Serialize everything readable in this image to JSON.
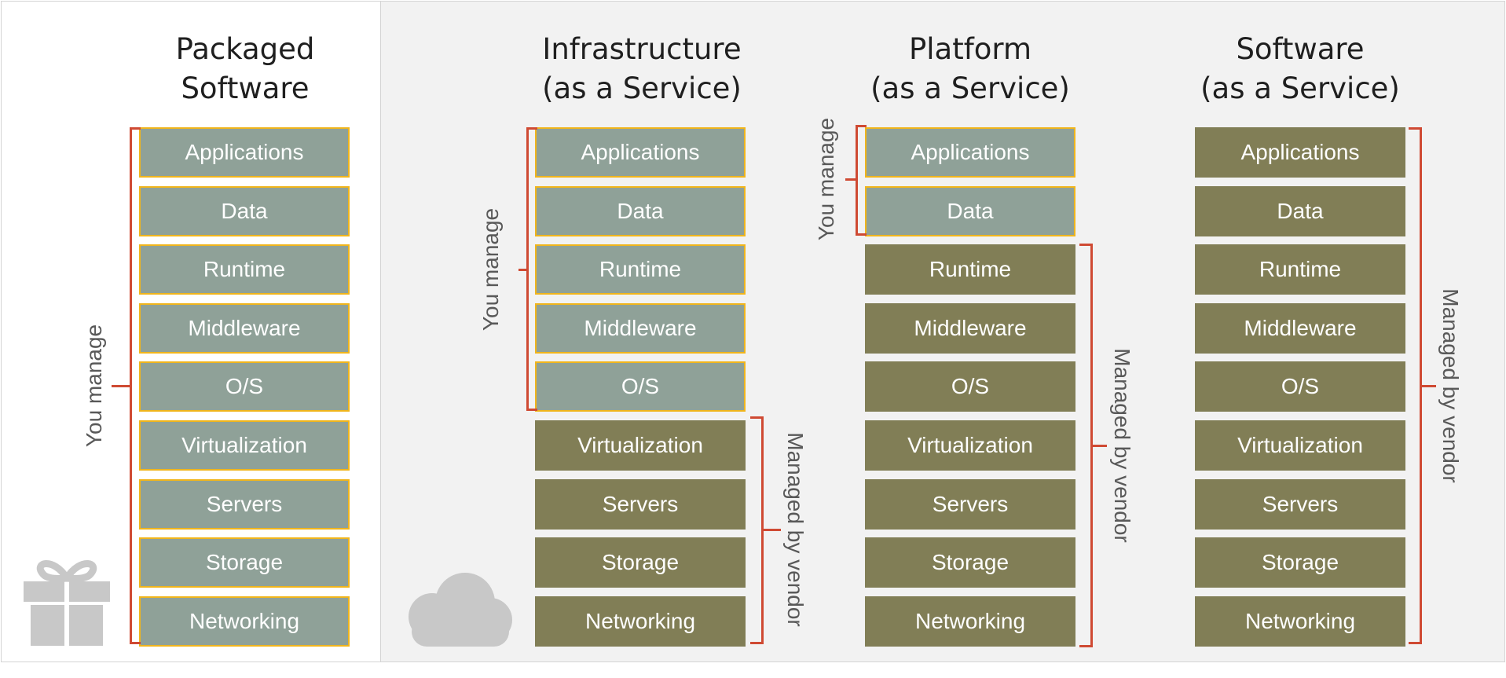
{
  "columns": [
    {
      "title_lines": [
        "Packaged",
        "Software"
      ],
      "layers": [
        {
          "label": "Applications",
          "managed_by": "you"
        },
        {
          "label": "Data",
          "managed_by": "you"
        },
        {
          "label": "Runtime",
          "managed_by": "you"
        },
        {
          "label": "Middleware",
          "managed_by": "you"
        },
        {
          "label": "O/S",
          "managed_by": "you"
        },
        {
          "label": "Virtualization",
          "managed_by": "you"
        },
        {
          "label": "Servers",
          "managed_by": "you"
        },
        {
          "label": "Storage",
          "managed_by": "you"
        },
        {
          "label": "Networking",
          "managed_by": "you"
        }
      ]
    },
    {
      "title_lines": [
        "Infrastructure",
        "(as a Service)"
      ],
      "layers": [
        {
          "label": "Applications",
          "managed_by": "you"
        },
        {
          "label": "Data",
          "managed_by": "you"
        },
        {
          "label": "Runtime",
          "managed_by": "you"
        },
        {
          "label": "Middleware",
          "managed_by": "you"
        },
        {
          "label": "O/S",
          "managed_by": "you"
        },
        {
          "label": "Virtualization",
          "managed_by": "vendor"
        },
        {
          "label": "Servers",
          "managed_by": "vendor"
        },
        {
          "label": "Storage",
          "managed_by": "vendor"
        },
        {
          "label": "Networking",
          "managed_by": "vendor"
        }
      ]
    },
    {
      "title_lines": [
        "Platform",
        "(as a Service)"
      ],
      "layers": [
        {
          "label": "Applications",
          "managed_by": "you"
        },
        {
          "label": "Data",
          "managed_by": "you"
        },
        {
          "label": "Runtime",
          "managed_by": "vendor"
        },
        {
          "label": "Middleware",
          "managed_by": "vendor"
        },
        {
          "label": "O/S",
          "managed_by": "vendor"
        },
        {
          "label": "Virtualization",
          "managed_by": "vendor"
        },
        {
          "label": "Servers",
          "managed_by": "vendor"
        },
        {
          "label": "Storage",
          "managed_by": "vendor"
        },
        {
          "label": "Networking",
          "managed_by": "vendor"
        }
      ]
    },
    {
      "title_lines": [
        "Software",
        "(as a Service)"
      ],
      "layers": [
        {
          "label": "Applications",
          "managed_by": "vendor"
        },
        {
          "label": "Data",
          "managed_by": "vendor"
        },
        {
          "label": "Runtime",
          "managed_by": "vendor"
        },
        {
          "label": "Middleware",
          "managed_by": "vendor"
        },
        {
          "label": "O/S",
          "managed_by": "vendor"
        },
        {
          "label": "Virtualization",
          "managed_by": "vendor"
        },
        {
          "label": "Servers",
          "managed_by": "vendor"
        },
        {
          "label": "Storage",
          "managed_by": "vendor"
        },
        {
          "label": "Networking",
          "managed_by": "vendor"
        }
      ]
    }
  ],
  "labels": {
    "you_manage": "You manage",
    "managed_by_vendor": "Managed by vendor"
  },
  "colors": {
    "you_fill": "#8fa198",
    "you_border": "#f0b51c",
    "vendor_fill": "#817e56",
    "brace": "#cf4a33",
    "icon": "#c8c8c8"
  },
  "icons": [
    "gift-icon",
    "cloud-icon"
  ]
}
